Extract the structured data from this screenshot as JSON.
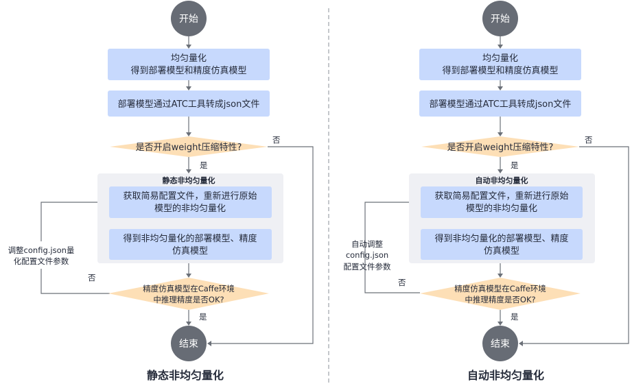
{
  "colors": {
    "process_box": "#c7d9fd",
    "group_box": "#eff0f4",
    "decision": "#fddfb6",
    "terminal": "#676c75",
    "edge": "#6b7078",
    "text": "#252b3a"
  },
  "flows": [
    {
      "caption": "静态非均匀量化",
      "start": "开始",
      "end": "结束",
      "step1": [
        "均匀量化",
        "得到部署模型和精度仿真模型"
      ],
      "step2": "部署模型通过ATC工具转成json文件",
      "decision1": "是否开启weight压缩特性?",
      "decision1_yes": "是",
      "decision1_no": "否",
      "group_title": "静态非均匀量化",
      "group_step1": [
        "获取简易配置文件，重新进行原始",
        "模型的非均匀量化"
      ],
      "group_step2": [
        "得到非均匀量化的部署模型、精度",
        "仿真模型"
      ],
      "decision2": [
        "精度仿真模型在Caffe环境",
        "中推理精度是否OK?"
      ],
      "decision2_yes": "是",
      "decision2_no": "否",
      "loop_label": [
        "调整config.json量",
        "化配置文件参数"
      ]
    },
    {
      "caption": "自动非均匀量化",
      "start": "开始",
      "end": "结束",
      "step1": [
        "均匀量化",
        "得到部署模型和精度仿真模型"
      ],
      "step2": "部署模型通过ATC工具转成json文件",
      "decision1": "是否开启weight压缩特性?",
      "decision1_yes": "是",
      "decision1_no": "否",
      "group_title": "自动非均匀量化",
      "group_step1": [
        "获取简易配置文件，重新进行原始",
        "模型的非均匀量化"
      ],
      "group_step2": [
        "得到非均匀量化的部署模型、精度",
        "仿真模型"
      ],
      "decision2": [
        "精度仿真模型在Caffe环境",
        "中推理精度是否OK?"
      ],
      "decision2_yes": "是",
      "decision2_no": "否",
      "loop_label": [
        "自动调整",
        "config.json",
        "配置文件参数"
      ]
    }
  ]
}
